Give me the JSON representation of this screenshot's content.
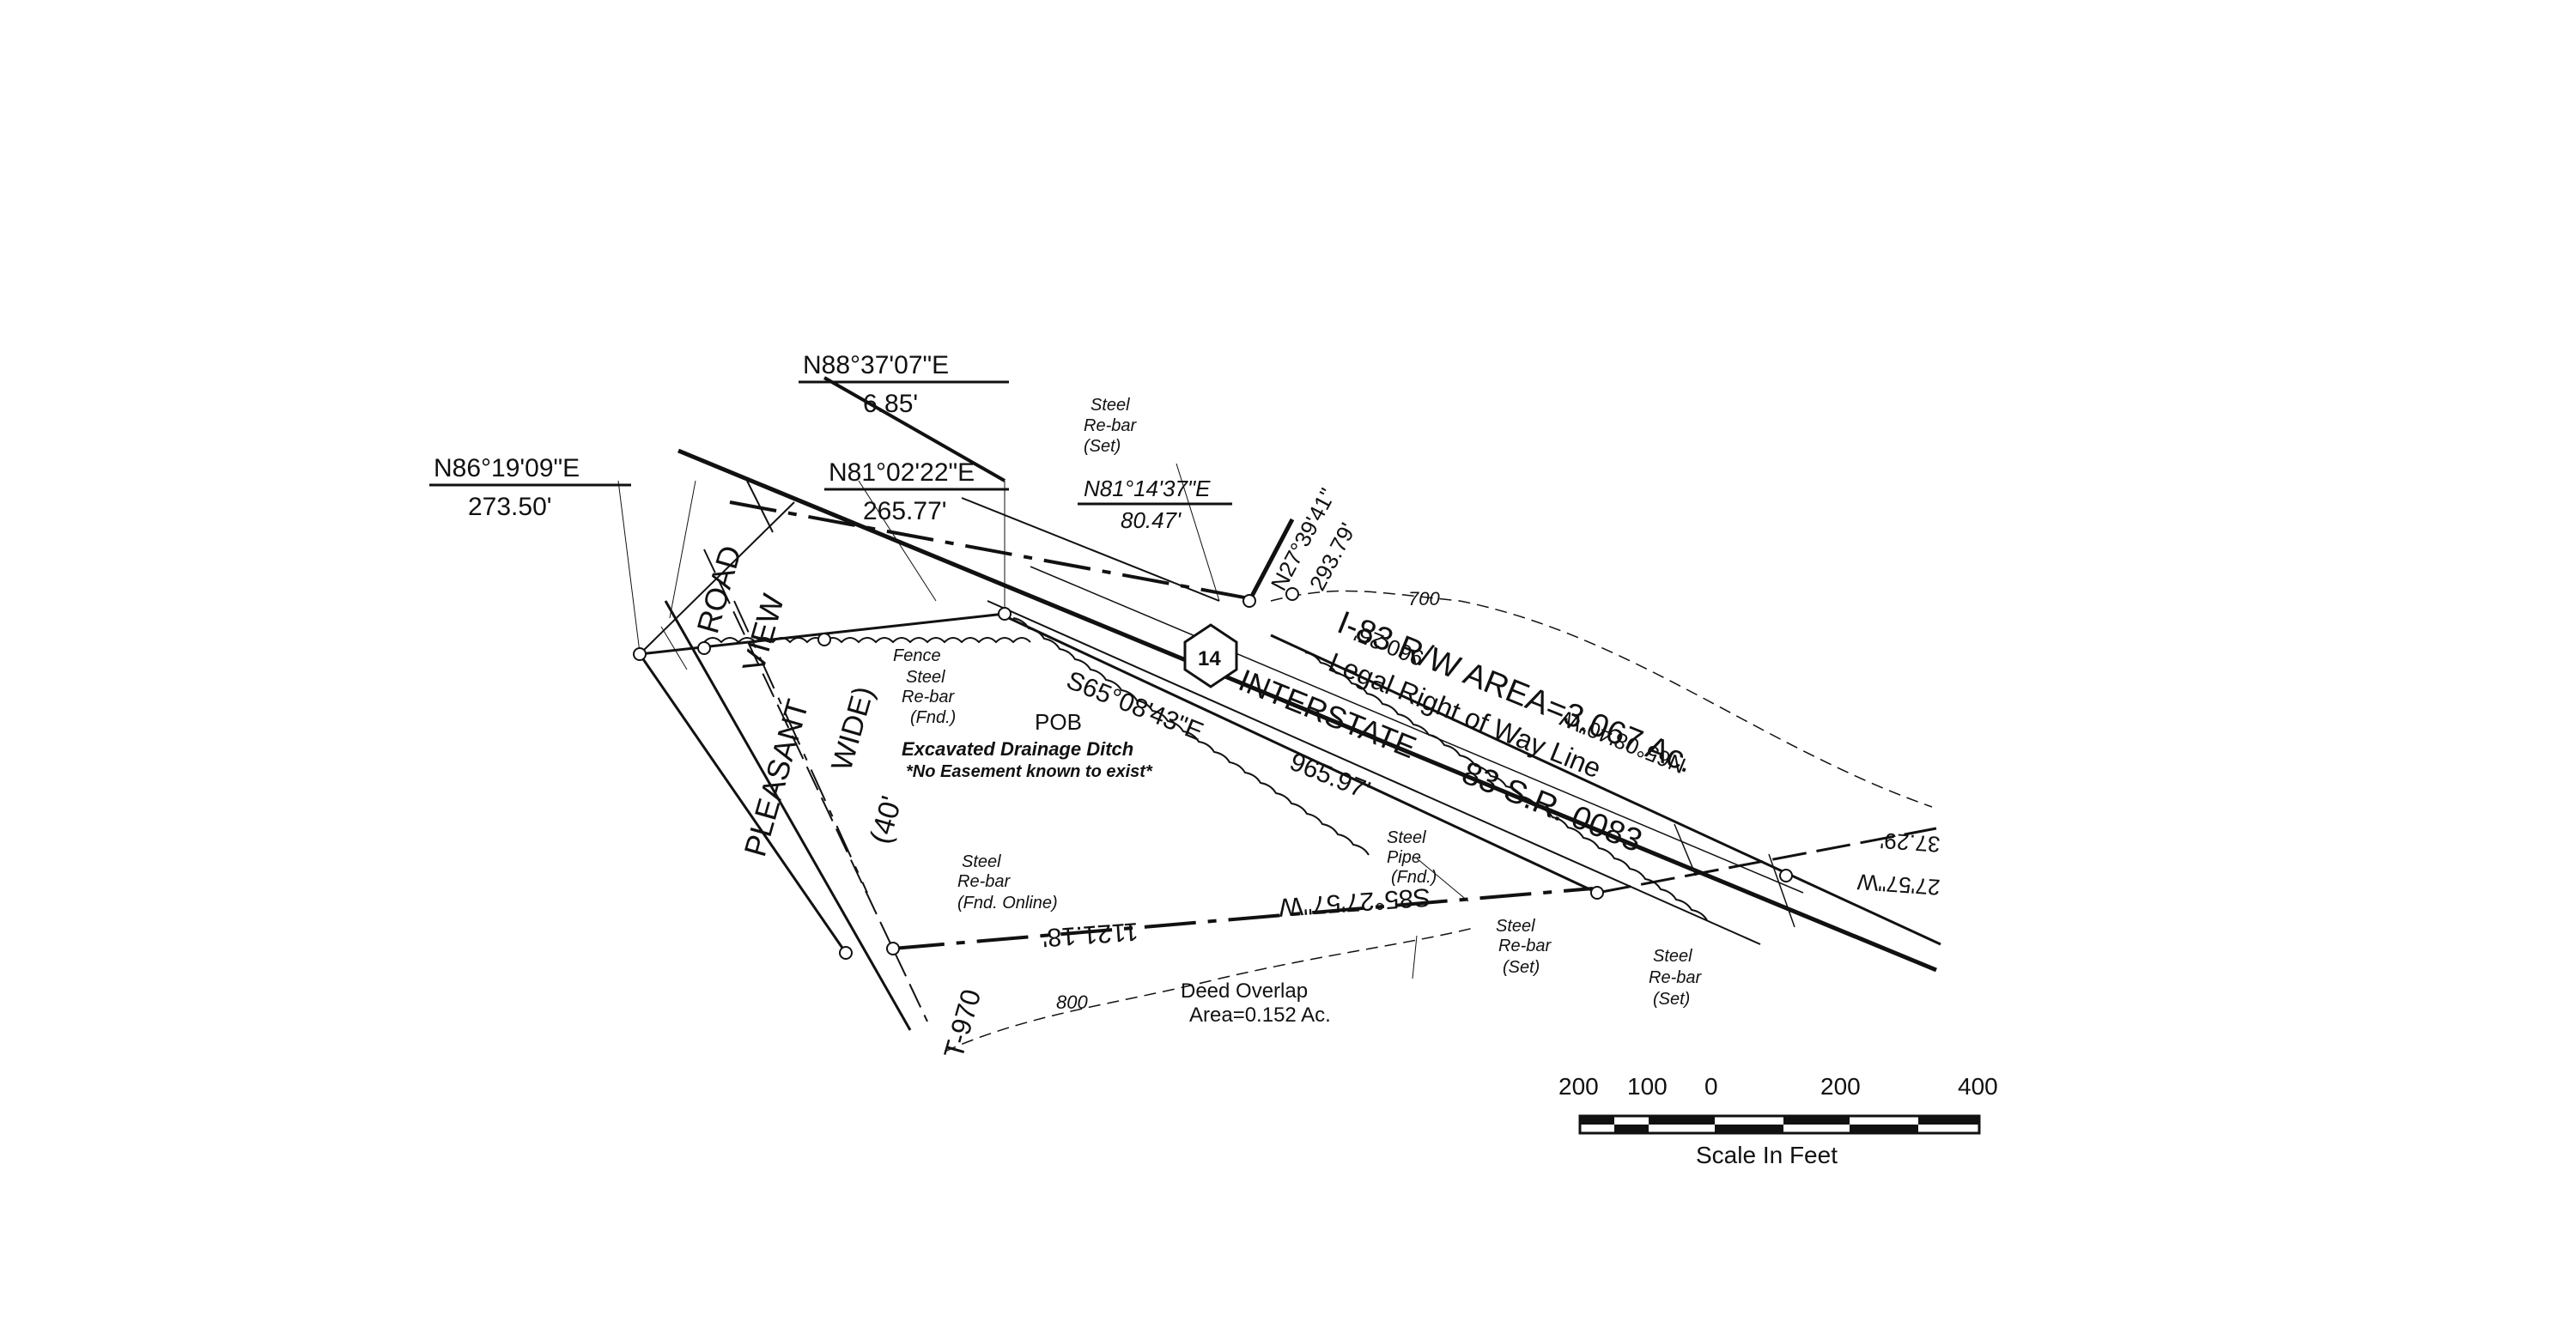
{
  "bearings": {
    "top_left_bearing": "N86°19'09\"E",
    "top_left_distance": "273.50'",
    "top_bearing": "N88°37'07\"E",
    "top_distance": "6.85'",
    "mid_bearing": "N81°02'22\"E",
    "mid_distance": "265.77'",
    "right_bearing": "N81°14'37\"E",
    "right_distance": "80.47'",
    "diag_bearing": "N27°39'41\"",
    "diag_distance": "293.79'",
    "south_bearing": "S65°08'43\"E",
    "south_distance": "965.97'",
    "north_line": "N65°08'40\"W",
    "north_line_distance": "960.25'",
    "bottom_bearing": "S85°27'57\"W",
    "bottom_distance": "1121.18'",
    "far_right_distance": "37.29'",
    "far_right_bearing": "27'57\"W"
  },
  "labels": {
    "steel_rebar_set_top_1": "Steel",
    "steel_rebar_set_top_2": "Re-bar",
    "steel_rebar_set_top_3": "(Set)",
    "contour_700": "700",
    "contour_800": "800",
    "area_label": "I-83 R/W AREA=3.067 Ac.",
    "legal_row_line": "Legal Right of Way Line",
    "route_number": "14",
    "interstate_1": "INTERSTATE",
    "interstate_2": "83 S.R. 0083",
    "fence": "Fence",
    "steel_rebar_fnd_1": "Steel",
    "steel_rebar_fnd_2": "Re-bar",
    "steel_rebar_fnd_3": "(Fnd.)",
    "pob": "POB",
    "ditch": "Excavated Drainage Ditch",
    "no_easement": "*No Easement known to exist*",
    "road_name_1": "PLEASANT",
    "road_name_2": "VIEW",
    "road_name_3": "ROAD",
    "road_width_1": "(40'",
    "road_width_2": "WIDE)",
    "road_number": "T-970",
    "rebar_online_1": "Steel",
    "rebar_online_2": "Re-bar",
    "rebar_online_3": "(Fnd. Online)",
    "steel_pipe_1": "Steel",
    "steel_pipe_2": "Pipe",
    "steel_pipe_3": "(Fnd.)",
    "rebar_set_a_1": "Steel",
    "rebar_set_a_2": "Re-bar",
    "rebar_set_a_3": "(Set)",
    "rebar_set_b_1": "Steel",
    "rebar_set_b_2": "Re-bar",
    "rebar_set_b_3": "(Set)",
    "deed_overlap_1": "Deed Overlap",
    "deed_overlap_2": "Area=0.152 Ac."
  },
  "scale_bar": {
    "tick_200_left": "200",
    "tick_100": "100",
    "tick_0": "0",
    "tick_200_right": "200",
    "tick_400": "400",
    "caption": "Scale In Feet"
  },
  "colors": {
    "ink": "#111111",
    "paper": "#ffffff"
  }
}
